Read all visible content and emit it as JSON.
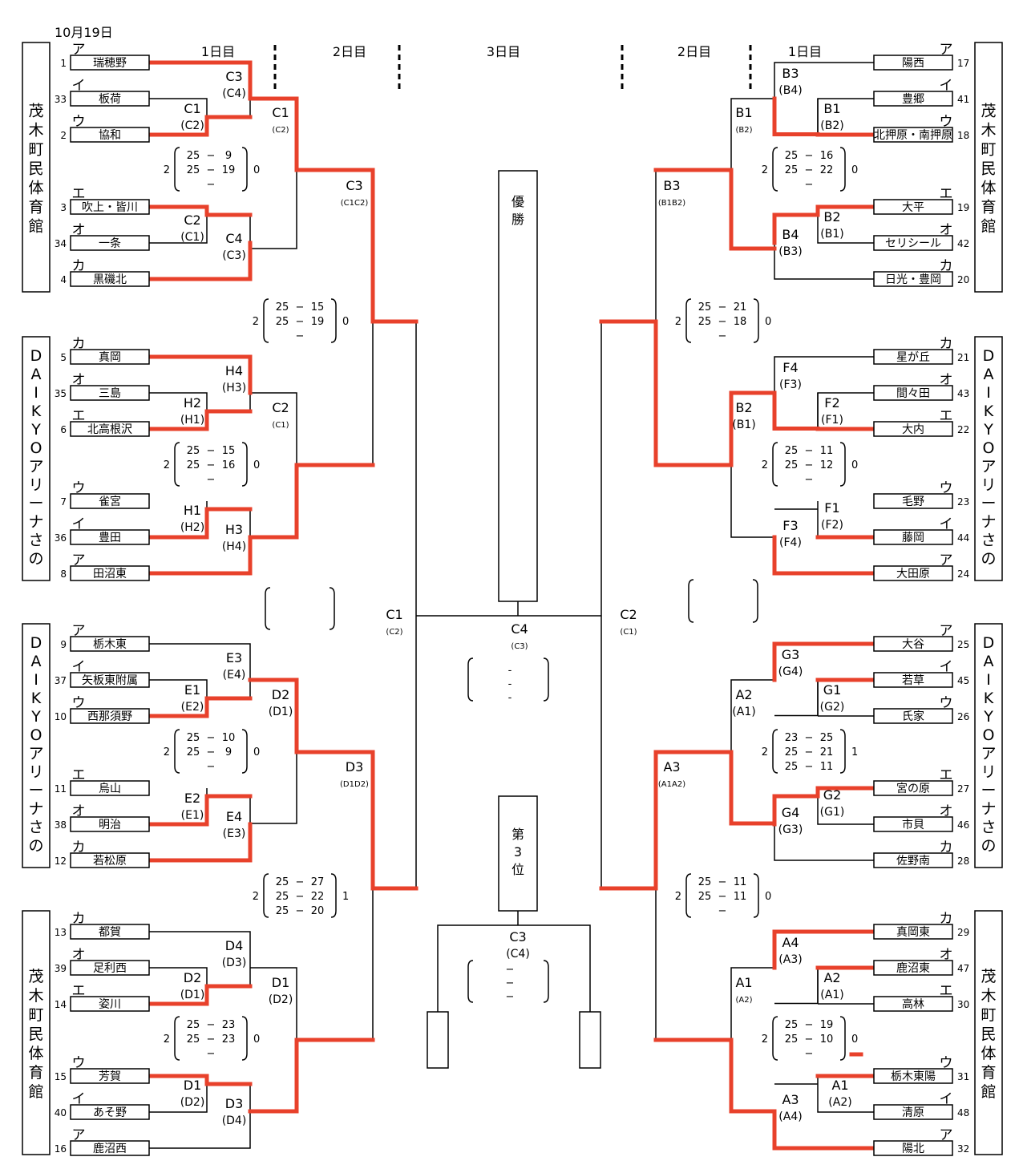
{
  "date": "10月19日",
  "day_headers": {
    "day1_left": "1日目",
    "day2_left": "2日目",
    "day3": "3日目",
    "day2_right": "2日目",
    "day1_right": "1日目"
  },
  "colors": {
    "winner_line": "#e8412b",
    "line": "#000000"
  },
  "venues": {
    "left_top": "茂木町民体育館",
    "left_mid1": "DAIKYOアリーナさの",
    "left_mid2": "DAIKYOアリーナさの",
    "left_bottom": "茂木町民体育館",
    "right_top": "茂木町民体育館",
    "right_mid1": "DAIKYOアリーナさの",
    "right_mid2": "DAIKYOアリーナさの",
    "right_bottom": "茂木町民体育館"
  },
  "teams_left": [
    {
      "seed": "1",
      "kana": "ア",
      "name": "瑞穂野",
      "winner": true
    },
    {
      "seed": "33",
      "kana": "イ",
      "name": "板荷",
      "winner": false
    },
    {
      "seed": "2",
      "kana": "ウ",
      "name": "協和",
      "winner": true
    },
    {
      "seed": "3",
      "kana": "エ",
      "name": "吹上・皆川",
      "winner": true
    },
    {
      "seed": "34",
      "kana": "オ",
      "name": "一条",
      "winner": false
    },
    {
      "seed": "4",
      "kana": "カ",
      "name": "黒磯北",
      "winner": true
    },
    {
      "seed": "5",
      "kana": "カ",
      "name": "真岡",
      "winner": true
    },
    {
      "seed": "35",
      "kana": "オ",
      "name": "三島",
      "winner": false
    },
    {
      "seed": "6",
      "kana": "エ",
      "name": "北高根沢",
      "winner": true
    },
    {
      "seed": "7",
      "kana": "ウ",
      "name": "雀宮",
      "winner": false
    },
    {
      "seed": "36",
      "kana": "イ",
      "name": "豊田",
      "winner": true
    },
    {
      "seed": "8",
      "kana": "ア",
      "name": "田沼東",
      "winner": true
    },
    {
      "seed": "9",
      "kana": "ア",
      "name": "栃木東",
      "winner": false
    },
    {
      "seed": "37",
      "kana": "イ",
      "name": "矢板東附属",
      "winner": false
    },
    {
      "seed": "10",
      "kana": "ウ",
      "name": "西那須野",
      "winner": true
    },
    {
      "seed": "11",
      "kana": "エ",
      "name": "烏山",
      "winner": false
    },
    {
      "seed": "38",
      "kana": "オ",
      "name": "明治",
      "winner": true
    },
    {
      "seed": "12",
      "kana": "カ",
      "name": "若松原",
      "winner": true
    },
    {
      "seed": "13",
      "kana": "カ",
      "name": "都賀",
      "winner": false
    },
    {
      "seed": "39",
      "kana": "オ",
      "name": "足利西",
      "winner": false
    },
    {
      "seed": "14",
      "kana": "エ",
      "name": "姿川",
      "winner": true
    },
    {
      "seed": "15",
      "kana": "ウ",
      "name": "芳賀",
      "winner": true
    },
    {
      "seed": "40",
      "kana": "イ",
      "name": "あそ野",
      "winner": false
    },
    {
      "seed": "16",
      "kana": "ア",
      "name": "鹿沼西",
      "winner": false
    }
  ],
  "teams_right": [
    {
      "seed": "17",
      "kana": "ア",
      "name": "陽西",
      "winner": false
    },
    {
      "seed": "41",
      "kana": "イ",
      "name": "豊郷",
      "winner": false
    },
    {
      "seed": "18",
      "kana": "ウ",
      "name": "北押原・南押原",
      "winner": true
    },
    {
      "seed": "19",
      "kana": "エ",
      "name": "大平",
      "winner": true
    },
    {
      "seed": "42",
      "kana": "オ",
      "name": "セリシール",
      "winner": false
    },
    {
      "seed": "20",
      "kana": "カ",
      "name": "日光・豊岡",
      "winner": false
    },
    {
      "seed": "21",
      "kana": "カ",
      "name": "星が丘",
      "winner": false
    },
    {
      "seed": "43",
      "kana": "オ",
      "name": "間々田",
      "winner": false
    },
    {
      "seed": "22",
      "kana": "エ",
      "name": "大内",
      "winner": true
    },
    {
      "seed": "23",
      "kana": "ウ",
      "name": "毛野",
      "winner": false
    },
    {
      "seed": "44",
      "kana": "イ",
      "name": "藤岡",
      "winner": true
    },
    {
      "seed": "24",
      "kana": "ア",
      "name": "大田原",
      "winner": true
    },
    {
      "seed": "25",
      "kana": "ア",
      "name": "大谷",
      "winner": true
    },
    {
      "seed": "45",
      "kana": "イ",
      "name": "若草",
      "winner": true
    },
    {
      "seed": "26",
      "kana": "ウ",
      "name": "氏家",
      "winner": false
    },
    {
      "seed": "27",
      "kana": "エ",
      "name": "宮の原",
      "winner": true
    },
    {
      "seed": "46",
      "kana": "オ",
      "name": "市貝",
      "winner": false
    },
    {
      "seed": "28",
      "kana": "カ",
      "name": "佐野南",
      "winner": false
    },
    {
      "seed": "29",
      "kana": "カ",
      "name": "真岡東",
      "winner": true
    },
    {
      "seed": "47",
      "kana": "オ",
      "name": "鹿沼東",
      "winner": true
    },
    {
      "seed": "30",
      "kana": "エ",
      "name": "高林",
      "winner": false
    },
    {
      "seed": "31",
      "kana": "ウ",
      "name": "栃木東陽",
      "winner": true
    },
    {
      "seed": "48",
      "kana": "イ",
      "name": "清原",
      "winner": false
    },
    {
      "seed": "32",
      "kana": "ア",
      "name": "陽北",
      "winner": true
    }
  ],
  "match_labels_left": [
    {
      "code": "C3",
      "court": "(C4)"
    },
    {
      "code": "C1",
      "court": "(C2)"
    },
    {
      "code": "C2",
      "court": "(C1)"
    },
    {
      "code": "C4",
      "court": "(C3)"
    },
    {
      "code": "H4",
      "court": "(H3)"
    },
    {
      "code": "H2",
      "court": "(H1)"
    },
    {
      "code": "H1",
      "court": "(H2)"
    },
    {
      "code": "H3",
      "court": "(H4)"
    },
    {
      "code": "E3",
      "court": "(E4)"
    },
    {
      "code": "E1",
      "court": "(E2)"
    },
    {
      "code": "E2",
      "court": "(E1)"
    },
    {
      "code": "E4",
      "court": "(E3)"
    },
    {
      "code": "D4",
      "court": "(D3)"
    },
    {
      "code": "D2",
      "court": "(D1)"
    },
    {
      "code": "D1",
      "court": "(D2)"
    },
    {
      "code": "D3",
      "court": "(D4)"
    }
  ],
  "match_labels_right": [
    {
      "code": "B3",
      "court": "(B4)"
    },
    {
      "code": "B1",
      "court": "(B2)"
    },
    {
      "code": "B2",
      "court": "(B1)"
    },
    {
      "code": "B4",
      "court": "(B3)"
    },
    {
      "code": "F4",
      "court": "(F3)"
    },
    {
      "code": "F2",
      "court": "(F1)"
    },
    {
      "code": "F1",
      "court": "(F2)"
    },
    {
      "code": "F3",
      "court": "(F4)"
    },
    {
      "code": "G3",
      "court": "(G4)"
    },
    {
      "code": "G1",
      "court": "(G2)"
    },
    {
      "code": "G2",
      "court": "(G1)"
    },
    {
      "code": "G4",
      "court": "(G3)"
    },
    {
      "code": "A4",
      "court": "(A3)"
    },
    {
      "code": "A2",
      "court": "(A1)"
    },
    {
      "code": "A1",
      "court": "(A2)"
    },
    {
      "code": "A3",
      "court": "(A4)"
    }
  ],
  "day2_labels_left": [
    {
      "code": "C1",
      "court": "(C2)"
    },
    {
      "code": "C2",
      "court": "(C1)"
    },
    {
      "code": "D2",
      "court": "(D1)"
    },
    {
      "code": "D1",
      "court": "(D2)"
    }
  ],
  "day2_labels_right": [
    {
      "code": "B1",
      "court": "(B2)"
    },
    {
      "code": "B2",
      "court": "(B1)"
    },
    {
      "code": "A2",
      "court": "(A1)"
    },
    {
      "code": "A1",
      "court": "(A2)"
    }
  ],
  "semi_labels": {
    "left_top": {
      "code": "C3",
      "court": "(C1C2)"
    },
    "left_bottom": {
      "code": "D3",
      "court": "(D1D2)"
    },
    "right_top": {
      "code": "B3",
      "court": "(B1B2)"
    },
    "right_bottom": {
      "code": "A3",
      "court": "(A1A2)"
    }
  },
  "final_labels": {
    "left": {
      "code": "C1",
      "court": "(C2)"
    },
    "right": {
      "code": "C2",
      "court": "(C1)"
    },
    "final": {
      "code": "C4",
      "court": "(C3)"
    },
    "third": {
      "code": "C3",
      "court": "(C4)"
    }
  },
  "trophy": {
    "champion": "優勝",
    "third_place": "第3位"
  },
  "scores": {
    "left_q1": {
      "won": "2",
      "lost": "0",
      "sets": [
        [
          "25",
          "9"
        ],
        [
          "25",
          "19"
        ],
        [
          "",
          ""
        ]
      ]
    },
    "left_semi1": {
      "won": "2",
      "lost": "0",
      "sets": [
        [
          "25",
          "15"
        ],
        [
          "25",
          "19"
        ],
        [
          "",
          ""
        ]
      ]
    },
    "left_q2": {
      "won": "2",
      "lost": "0",
      "sets": [
        [
          "25",
          "15"
        ],
        [
          "25",
          "16"
        ],
        [
          "",
          ""
        ]
      ]
    },
    "left_q3": {
      "won": "2",
      "lost": "0",
      "sets": [
        [
          "25",
          "10"
        ],
        [
          "25",
          "9"
        ],
        [
          "",
          ""
        ]
      ]
    },
    "left_semi2": {
      "won": "2",
      "lost": "1",
      "sets": [
        [
          "25",
          "27"
        ],
        [
          "25",
          "22"
        ],
        [
          "25",
          "20"
        ]
      ]
    },
    "left_q4": {
      "won": "2",
      "lost": "0",
      "sets": [
        [
          "25",
          "23"
        ],
        [
          "25",
          "23"
        ],
        [
          "",
          ""
        ]
      ]
    },
    "right_q1": {
      "won": "2",
      "lost": "0",
      "sets": [
        [
          "25",
          "16"
        ],
        [
          "25",
          "22"
        ],
        [
          "",
          ""
        ]
      ]
    },
    "right_semi1": {
      "won": "2",
      "lost": "0",
      "sets": [
        [
          "25",
          "21"
        ],
        [
          "25",
          "18"
        ],
        [
          "",
          ""
        ]
      ]
    },
    "right_q2": {
      "won": "2",
      "lost": "0",
      "sets": [
        [
          "25",
          "11"
        ],
        [
          "25",
          "12"
        ],
        [
          "",
          ""
        ]
      ]
    },
    "right_q3": {
      "won": "2",
      "lost": "1",
      "sets": [
        [
          "23",
          "25"
        ],
        [
          "25",
          "21"
        ],
        [
          "25",
          "11"
        ]
      ]
    },
    "right_semi2": {
      "won": "2",
      "lost": "0",
      "sets": [
        [
          "25",
          "11"
        ],
        [
          "25",
          "11"
        ],
        [
          "",
          ""
        ]
      ]
    },
    "right_q4": {
      "won": "2",
      "lost": "0",
      "sets": [
        [
          "25",
          "19"
        ],
        [
          "25",
          "10"
        ],
        [
          "",
          ""
        ]
      ]
    }
  },
  "dash": "−",
  "short_dash": "-"
}
